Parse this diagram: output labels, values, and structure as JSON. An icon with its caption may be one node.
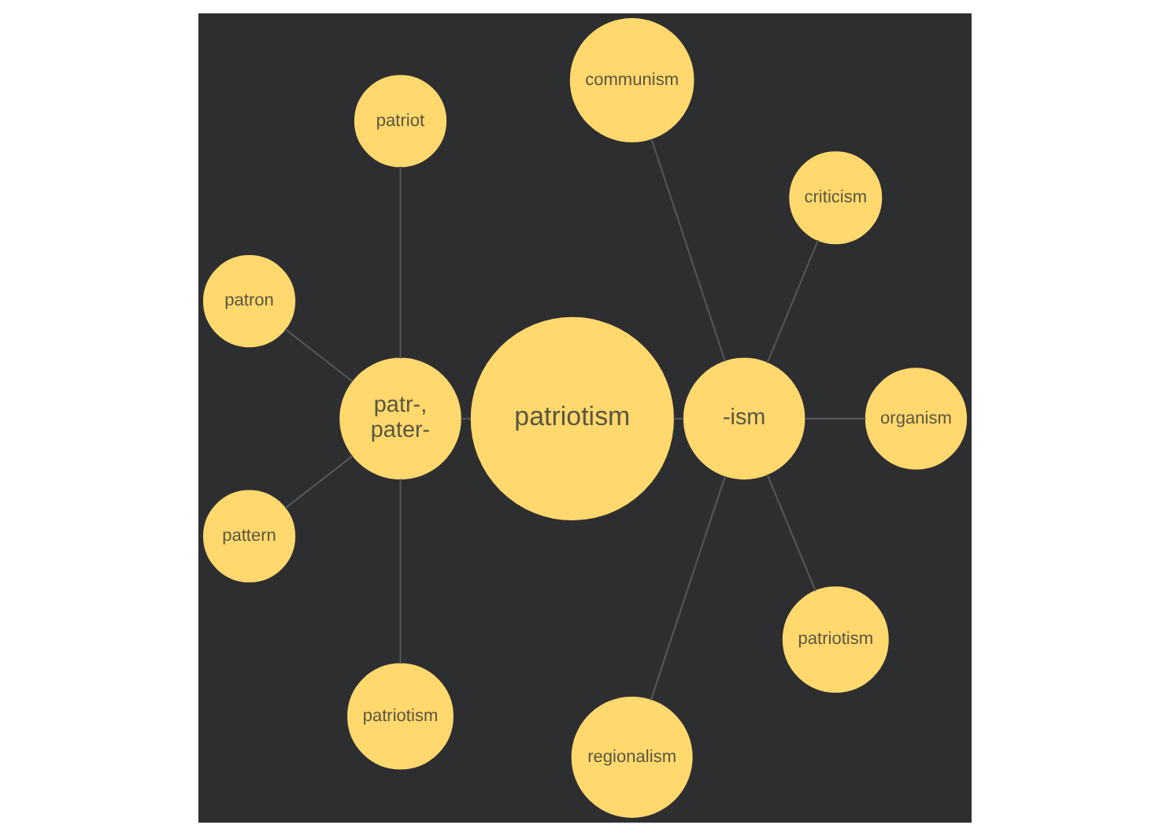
{
  "diagram": {
    "nodes": [
      {
        "text": [
          "patriotism"
        ]
      },
      {
        "text": [
          "patr-, pater-"
        ]
      },
      {
        "text": [
          "patriot"
        ]
      },
      {
        "text": [
          "patron"
        ]
      },
      {
        "text": [
          "pattern"
        ]
      },
      {
        "text": [
          "patriotism"
        ]
      },
      {
        "text": [
          "-ism"
        ]
      },
      {
        "text": [
          "regionalism"
        ]
      },
      {
        "text": [
          "patriotism"
        ]
      },
      {
        "text": [
          "organism"
        ]
      },
      {
        "text": [
          "criticism"
        ]
      },
      {
        "text": [
          "communism"
        ]
      }
    ],
    "edges": [
      {
        "from": 0,
        "to": 1,
        "arrow": "none"
      },
      {
        "from": 1,
        "to": 2,
        "arrow": "none"
      },
      {
        "from": 1,
        "to": 3,
        "arrow": "none"
      },
      {
        "from": 1,
        "to": 4,
        "arrow": "none"
      },
      {
        "from": 1,
        "to": 5,
        "arrow": "none"
      },
      {
        "from": 0,
        "to": 6,
        "arrow": "none"
      },
      {
        "from": 6,
        "to": 7,
        "arrow": "none"
      },
      {
        "from": 6,
        "to": 8,
        "arrow": "none"
      },
      {
        "from": 6,
        "to": 9,
        "arrow": "none"
      },
      {
        "from": 6,
        "to": 10,
        "arrow": "none"
      },
      {
        "from": 6,
        "to": 11,
        "arrow": "none"
      }
    ]
  }
}
